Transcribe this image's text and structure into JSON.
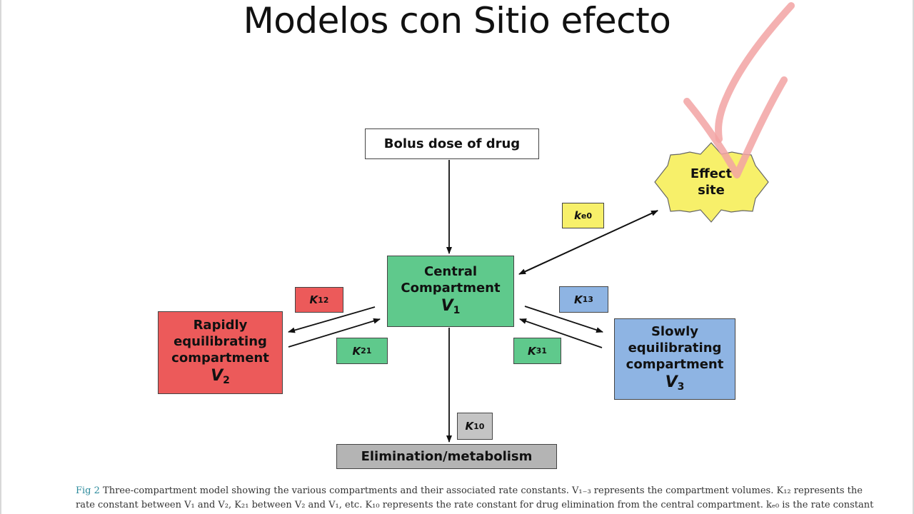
{
  "slide": {
    "title": "Modelos con Sitio efecto"
  },
  "diagram": {
    "bolus_label": "Bolus dose of drug",
    "central": {
      "line1": "Central",
      "line2": "Compartment",
      "var": "V",
      "var_sub": "1"
    },
    "rapid": {
      "line1": "Rapidly",
      "line2": "equilibrating",
      "line3": "compartment",
      "var": "V",
      "var_sub": "2"
    },
    "slow": {
      "line1": "Slowly",
      "line2": "equilibrating",
      "line3": "compartment",
      "var": "V",
      "var_sub": "3"
    },
    "effect_site": {
      "line1": "Effect",
      "line2": "site"
    },
    "elimination_label": "Elimination/metabolism",
    "rates": {
      "k12": {
        "main": "K",
        "sub": "12"
      },
      "k21": {
        "main": "K",
        "sub": "21"
      },
      "k13": {
        "main": "K",
        "sub": "13"
      },
      "k31": {
        "main": "K",
        "sub": "31"
      },
      "ke0": {
        "main": "k",
        "sub": "e0"
      },
      "k10": {
        "main": "K",
        "sub": "10"
      }
    },
    "colors": {
      "central": "#5fc98c",
      "rapid": "#ec5a5a",
      "slow": "#8eb4e3",
      "effect_site": "#f7f06a",
      "elimination": "#b4b4b4",
      "annotation_stroke": "#f2a3a3"
    }
  },
  "caption": {
    "fig_label": "Fig 2",
    "line1": "Three-compartment model showing the various compartments and their associated rate constants. V₁₋₃ represents the compartment volumes. K₁₂ represents the",
    "line2": "rate constant between V₁ and V₂, K₂₁ between V₂ and V₁, etc. K₁₀ represents the rate constant for drug elimination from the central compartment. kₑ₀ is the rate constant"
  }
}
